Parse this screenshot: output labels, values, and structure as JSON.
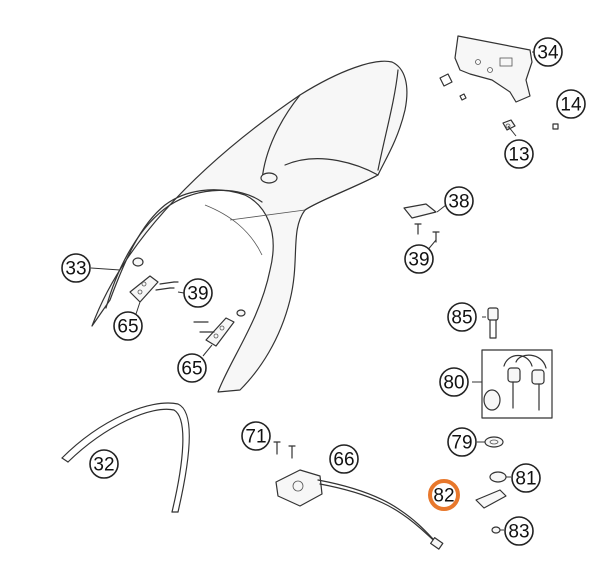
{
  "diagram": {
    "callouts": [
      {
        "id": "c34",
        "label": "34"
      },
      {
        "id": "c14",
        "label": "14"
      },
      {
        "id": "c13",
        "label": "13"
      },
      {
        "id": "c38",
        "label": "38"
      },
      {
        "id": "c39a",
        "label": "39"
      },
      {
        "id": "c33",
        "label": "33"
      },
      {
        "id": "c39b",
        "label": "39"
      },
      {
        "id": "c65a",
        "label": "65"
      },
      {
        "id": "c65b",
        "label": "65"
      },
      {
        "id": "c85",
        "label": "85"
      },
      {
        "id": "c80",
        "label": "80"
      },
      {
        "id": "c79",
        "label": "79"
      },
      {
        "id": "c71",
        "label": "71"
      },
      {
        "id": "c66",
        "label": "66"
      },
      {
        "id": "c32",
        "label": "32"
      },
      {
        "id": "c81",
        "label": "81"
      },
      {
        "id": "c82",
        "label": "82",
        "highlighted": true
      },
      {
        "id": "c83",
        "label": "83"
      }
    ],
    "highlight_color": "#e8782c"
  }
}
